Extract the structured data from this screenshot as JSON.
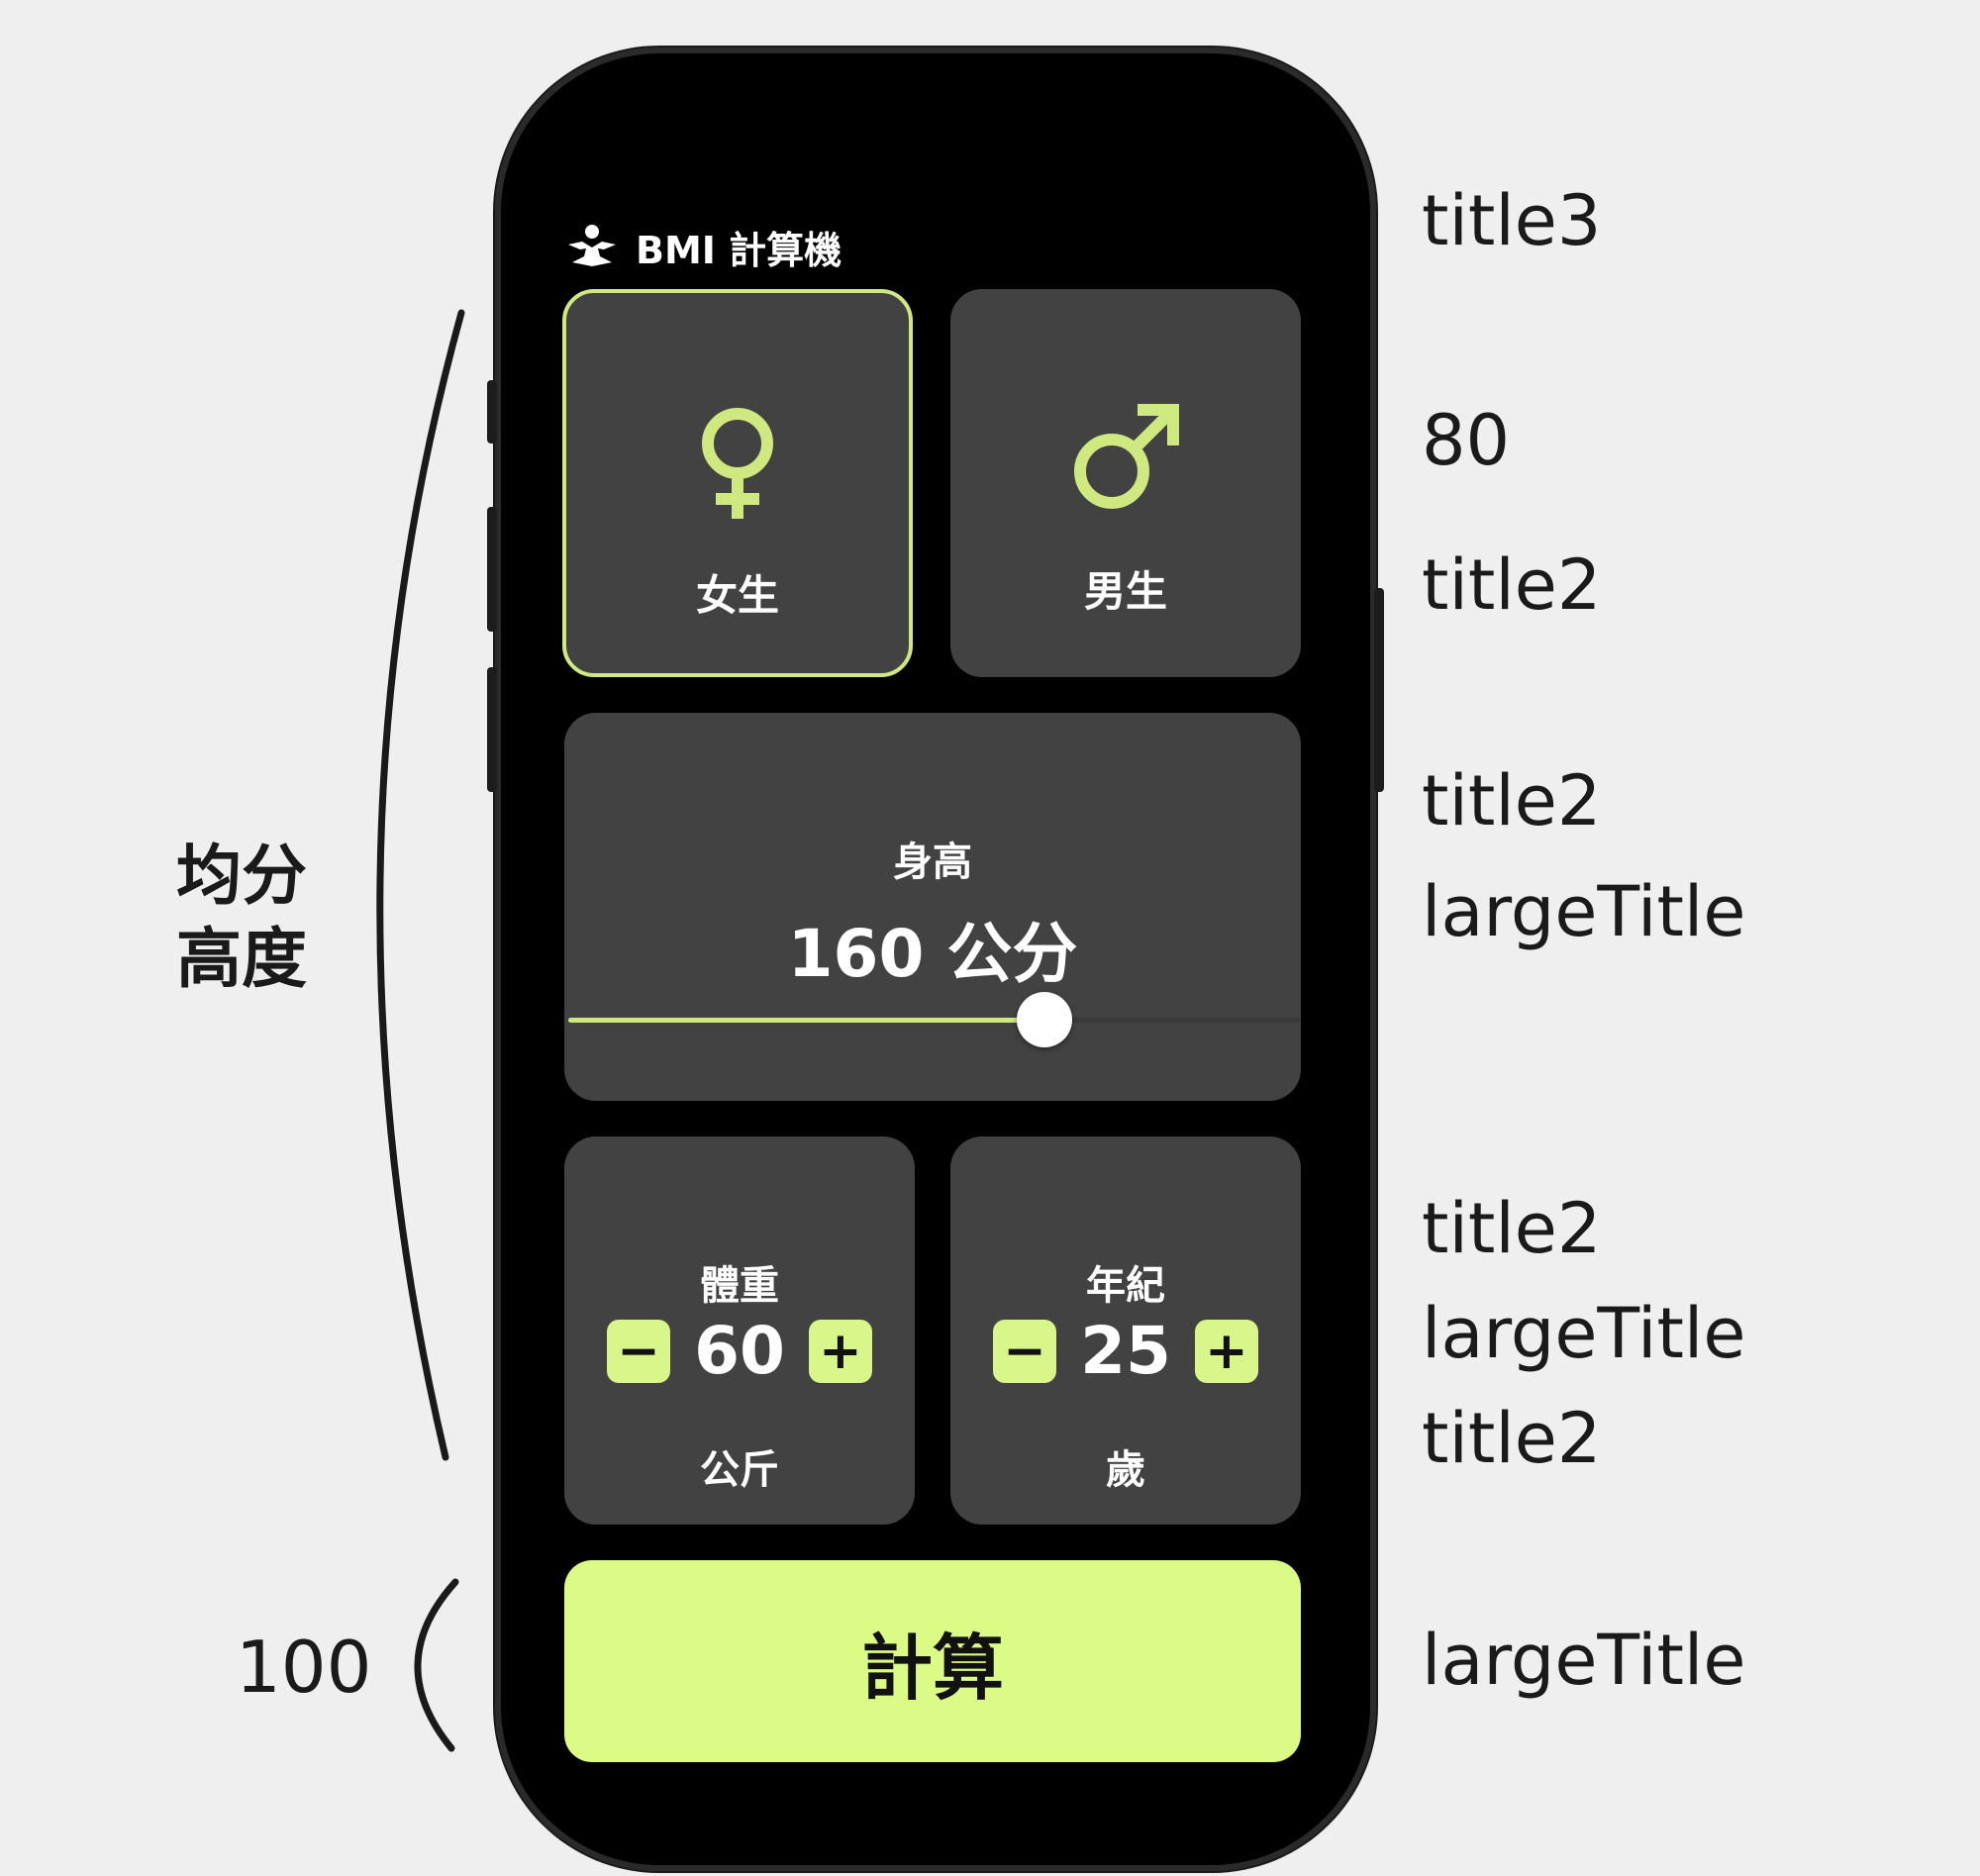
{
  "app": {
    "title": "BMI 計算機",
    "icon": "meditation-person-icon"
  },
  "gender": {
    "female": {
      "label": "女生",
      "icon": "female-symbol-icon",
      "selected": true
    },
    "male": {
      "label": "男生",
      "icon": "male-symbol-icon",
      "selected": false
    }
  },
  "height": {
    "title": "身高",
    "value_text": "160 公分",
    "slider_fraction": 0.65
  },
  "weight": {
    "title": "體重",
    "value": "60",
    "unit": "公斤",
    "minus": "−",
    "plus": "+"
  },
  "age": {
    "title": "年紀",
    "value": "25",
    "unit": "歲",
    "minus": "−",
    "plus": "+"
  },
  "calculate_button": {
    "label": "計算"
  },
  "annotations": {
    "right": [
      "title3",
      "80",
      "title2",
      "title2",
      "largeTitle",
      "title2",
      "largeTitle",
      "title2",
      "largeTitle"
    ],
    "left_equal_height": "均分 高度",
    "left_button_height": "100"
  },
  "colors": {
    "accent": "#d8f68a",
    "card": "#424242",
    "background": "#000000",
    "annotation_bg": "#efefef"
  }
}
